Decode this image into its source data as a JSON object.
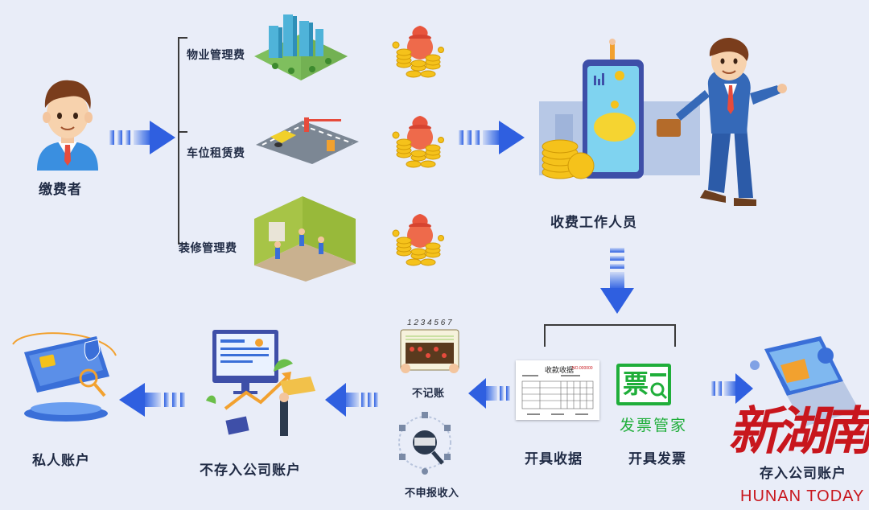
{
  "payer": {
    "label": "缴费者"
  },
  "fees": [
    {
      "label": "物业管理费"
    },
    {
      "label": "车位租赁费"
    },
    {
      "label": "装修管理费"
    }
  ],
  "collector": {
    "label": "收费工作人员"
  },
  "receipts": {
    "receipt_label": "开具收据",
    "invoice_label": "开具发票",
    "receipt_doc_title": "收款收据",
    "receipt_doc_no": "NO.000000",
    "invoice_icon_char": "票",
    "invoice_brand": "发票管家"
  },
  "company_account": {
    "label": "存入公司账户"
  },
  "not_recorded": {
    "label": "不记账"
  },
  "not_declared": {
    "label": "不申报收入"
  },
  "abacus_digits": "1 2 3 4 5 6 7",
  "not_company_account": {
    "label": "不存入公司账户"
  },
  "private_account": {
    "label": "私人账户"
  },
  "watermark": {
    "cn": "新湖南",
    "en": "HUNAN TODAY"
  },
  "colors": {
    "arrow": "#3d6fe6",
    "background": "#e9edf8",
    "brand_red": "#c8161d",
    "invoice_green": "#1fae3a"
  }
}
